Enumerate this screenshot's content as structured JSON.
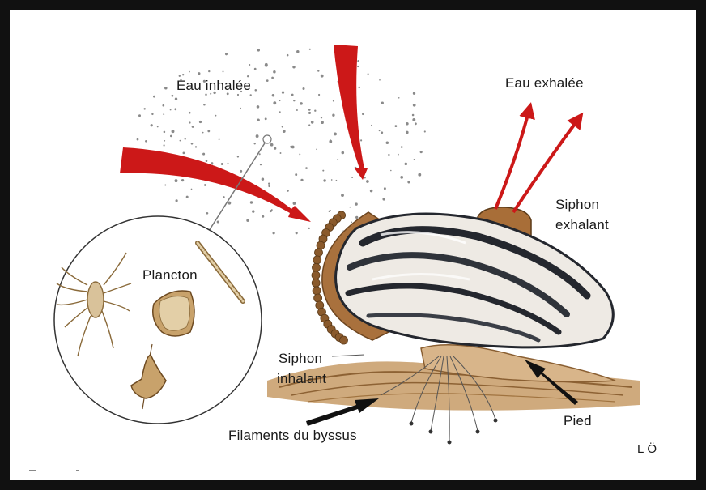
{
  "diagram": {
    "labels": {
      "eau_exhalee": "Eau exhalée",
      "eau_inhalee": "Eau inhalée",
      "siphon_exhalant_line1": "Siphon",
      "siphon_exhalant_line2": "exhalant",
      "plancton": "Plancton",
      "siphon_inhalant_line1": "Siphon",
      "siphon_inhalant_line2": "inhalant",
      "pied": "Pied",
      "filaments_byssus": "Filaments du byssus"
    },
    "signature": "L Ö"
  },
  "colors": {
    "arrow_red": "#cc1818",
    "shell_dark": "#24272e",
    "shell_light": "#eeeae4",
    "mantle_fringe": "#a9713d",
    "seabed": "#b98a55",
    "frame": "#111111"
  }
}
